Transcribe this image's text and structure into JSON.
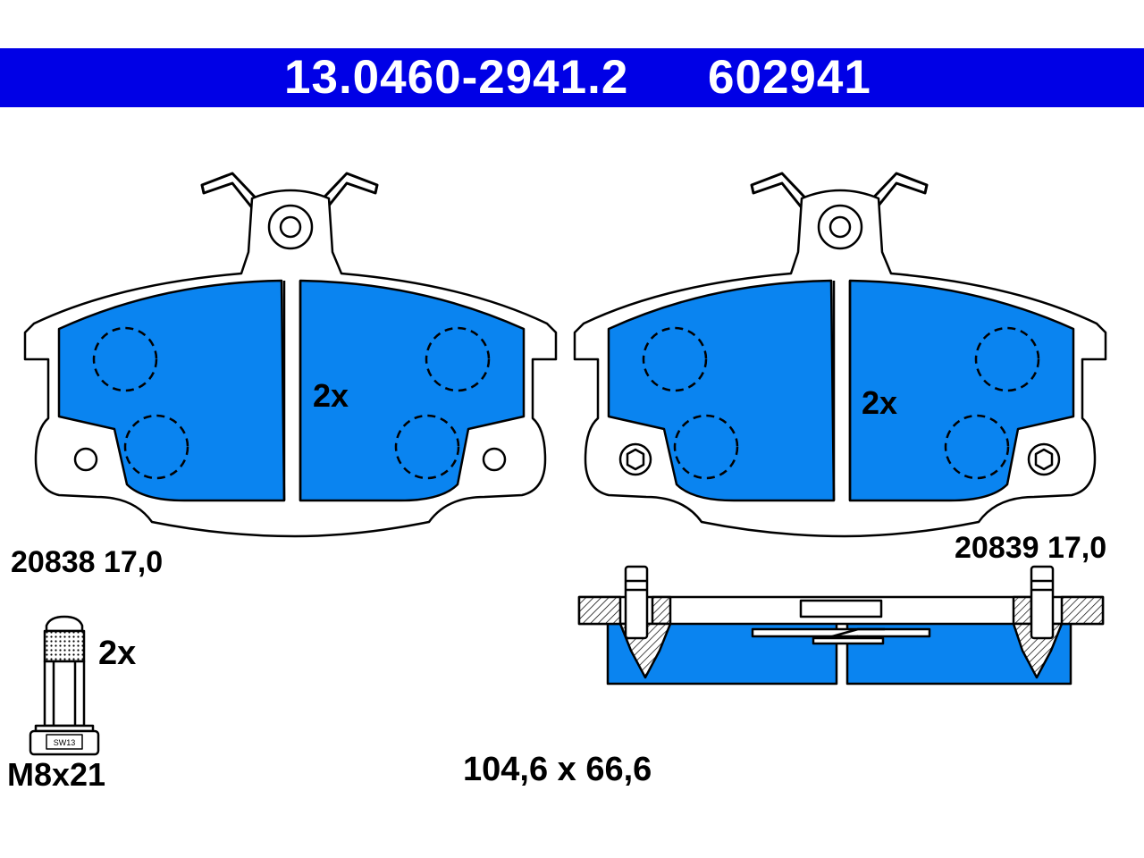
{
  "header": {
    "part_number": "13.0460-2941.2",
    "code": "602941"
  },
  "pads": [
    {
      "multiplier": "2x",
      "label": "20838 17,0"
    },
    {
      "multiplier": "2x",
      "label": "20839 17,0"
    }
  ],
  "bolt": {
    "multiplier": "2x",
    "size_label": "M8x21",
    "wrench_label": "SW13"
  },
  "dimensions": "104,6 x 66,6",
  "colors": {
    "header_bg": "#0000e6",
    "friction": "#0a84f0",
    "outline": "#000000",
    "hatch": "#000000"
  }
}
